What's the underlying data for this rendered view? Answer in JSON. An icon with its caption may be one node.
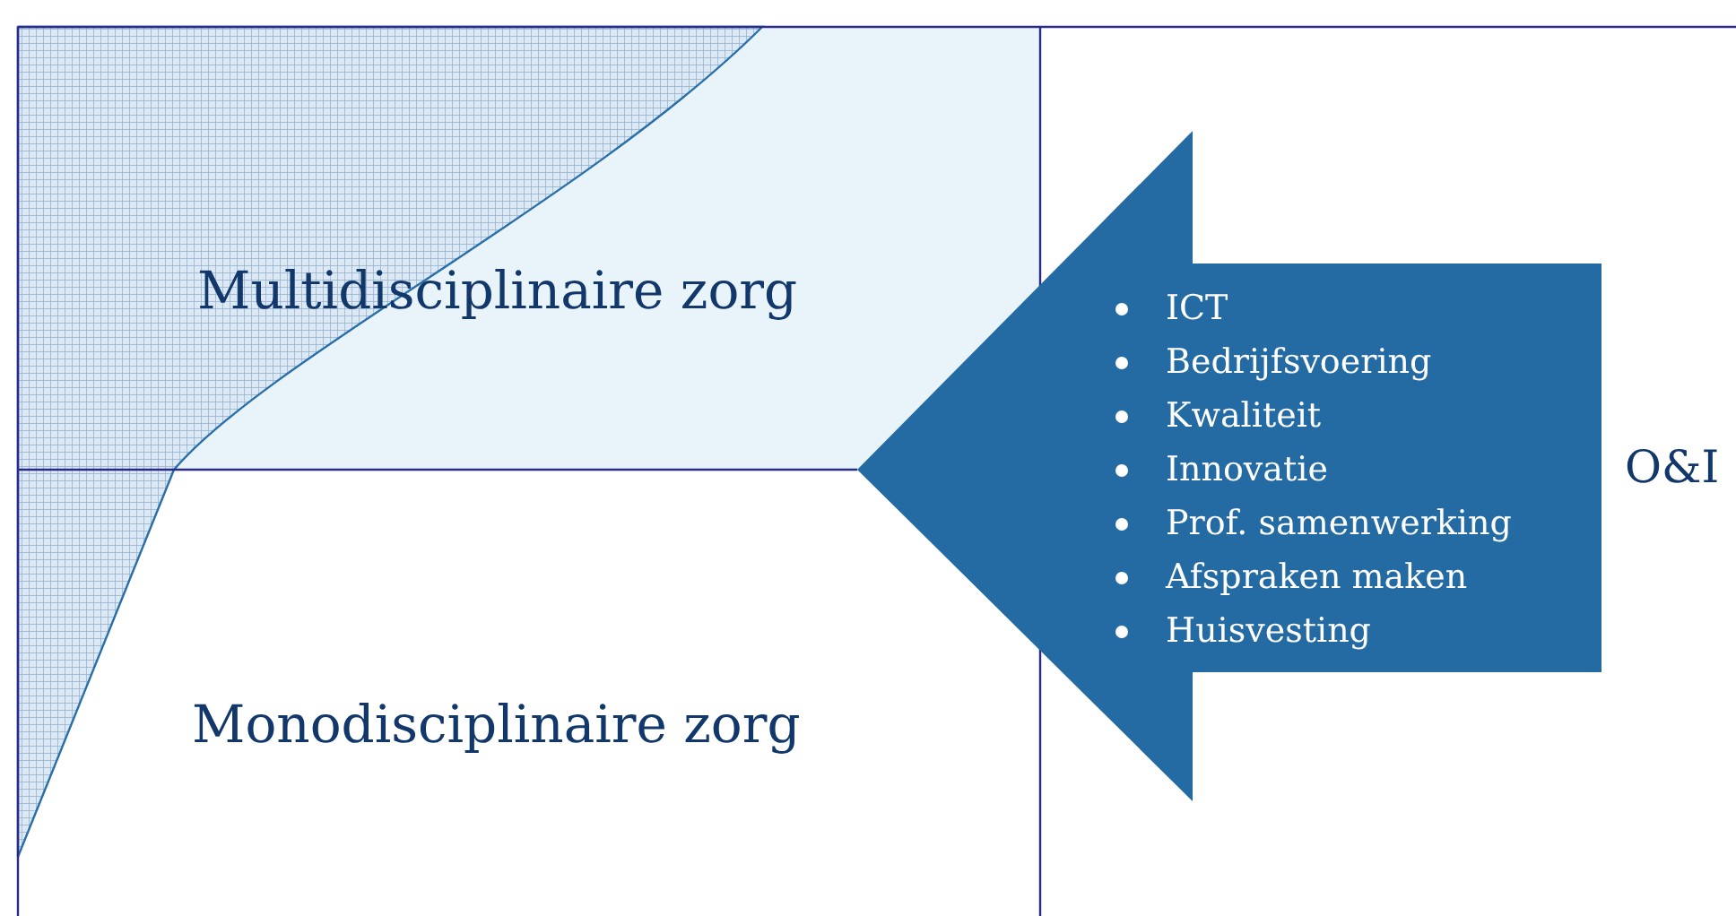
{
  "diagram": {
    "nodes": [
      {
        "text": [
          "Multidisciplinaire zorg"
        ]
      },
      {
        "text": [
          "Monodisciplinaire zorg"
        ]
      },
      {
        "text": [
          "ICT",
          "Bedrijfsvoering",
          "Kwaliteit",
          "Innovatie",
          "Prof. samenwerking",
          "Afspraken maken",
          "Huisvesting"
        ]
      }
    ],
    "labels": [
      "O&I"
    ]
  }
}
